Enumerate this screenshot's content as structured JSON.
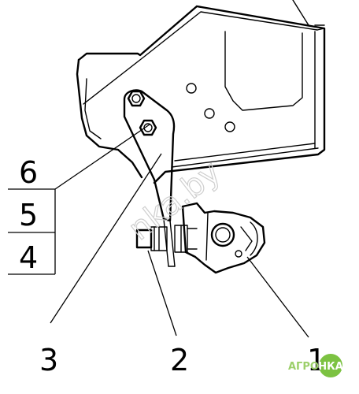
{
  "callouts": [
    {
      "id": "1",
      "label": "1"
    },
    {
      "id": "2",
      "label": "2"
    },
    {
      "id": "3",
      "label": "3"
    },
    {
      "id": "4",
      "label": "4"
    },
    {
      "id": "5",
      "label": "5"
    },
    {
      "id": "6",
      "label": "6"
    }
  ],
  "watermark": "nka.by",
  "logo": {
    "text_left": "АГРО",
    "text_right": "НКА",
    "color_left": "#9ccf6a",
    "color_circle": "#7cc242"
  }
}
